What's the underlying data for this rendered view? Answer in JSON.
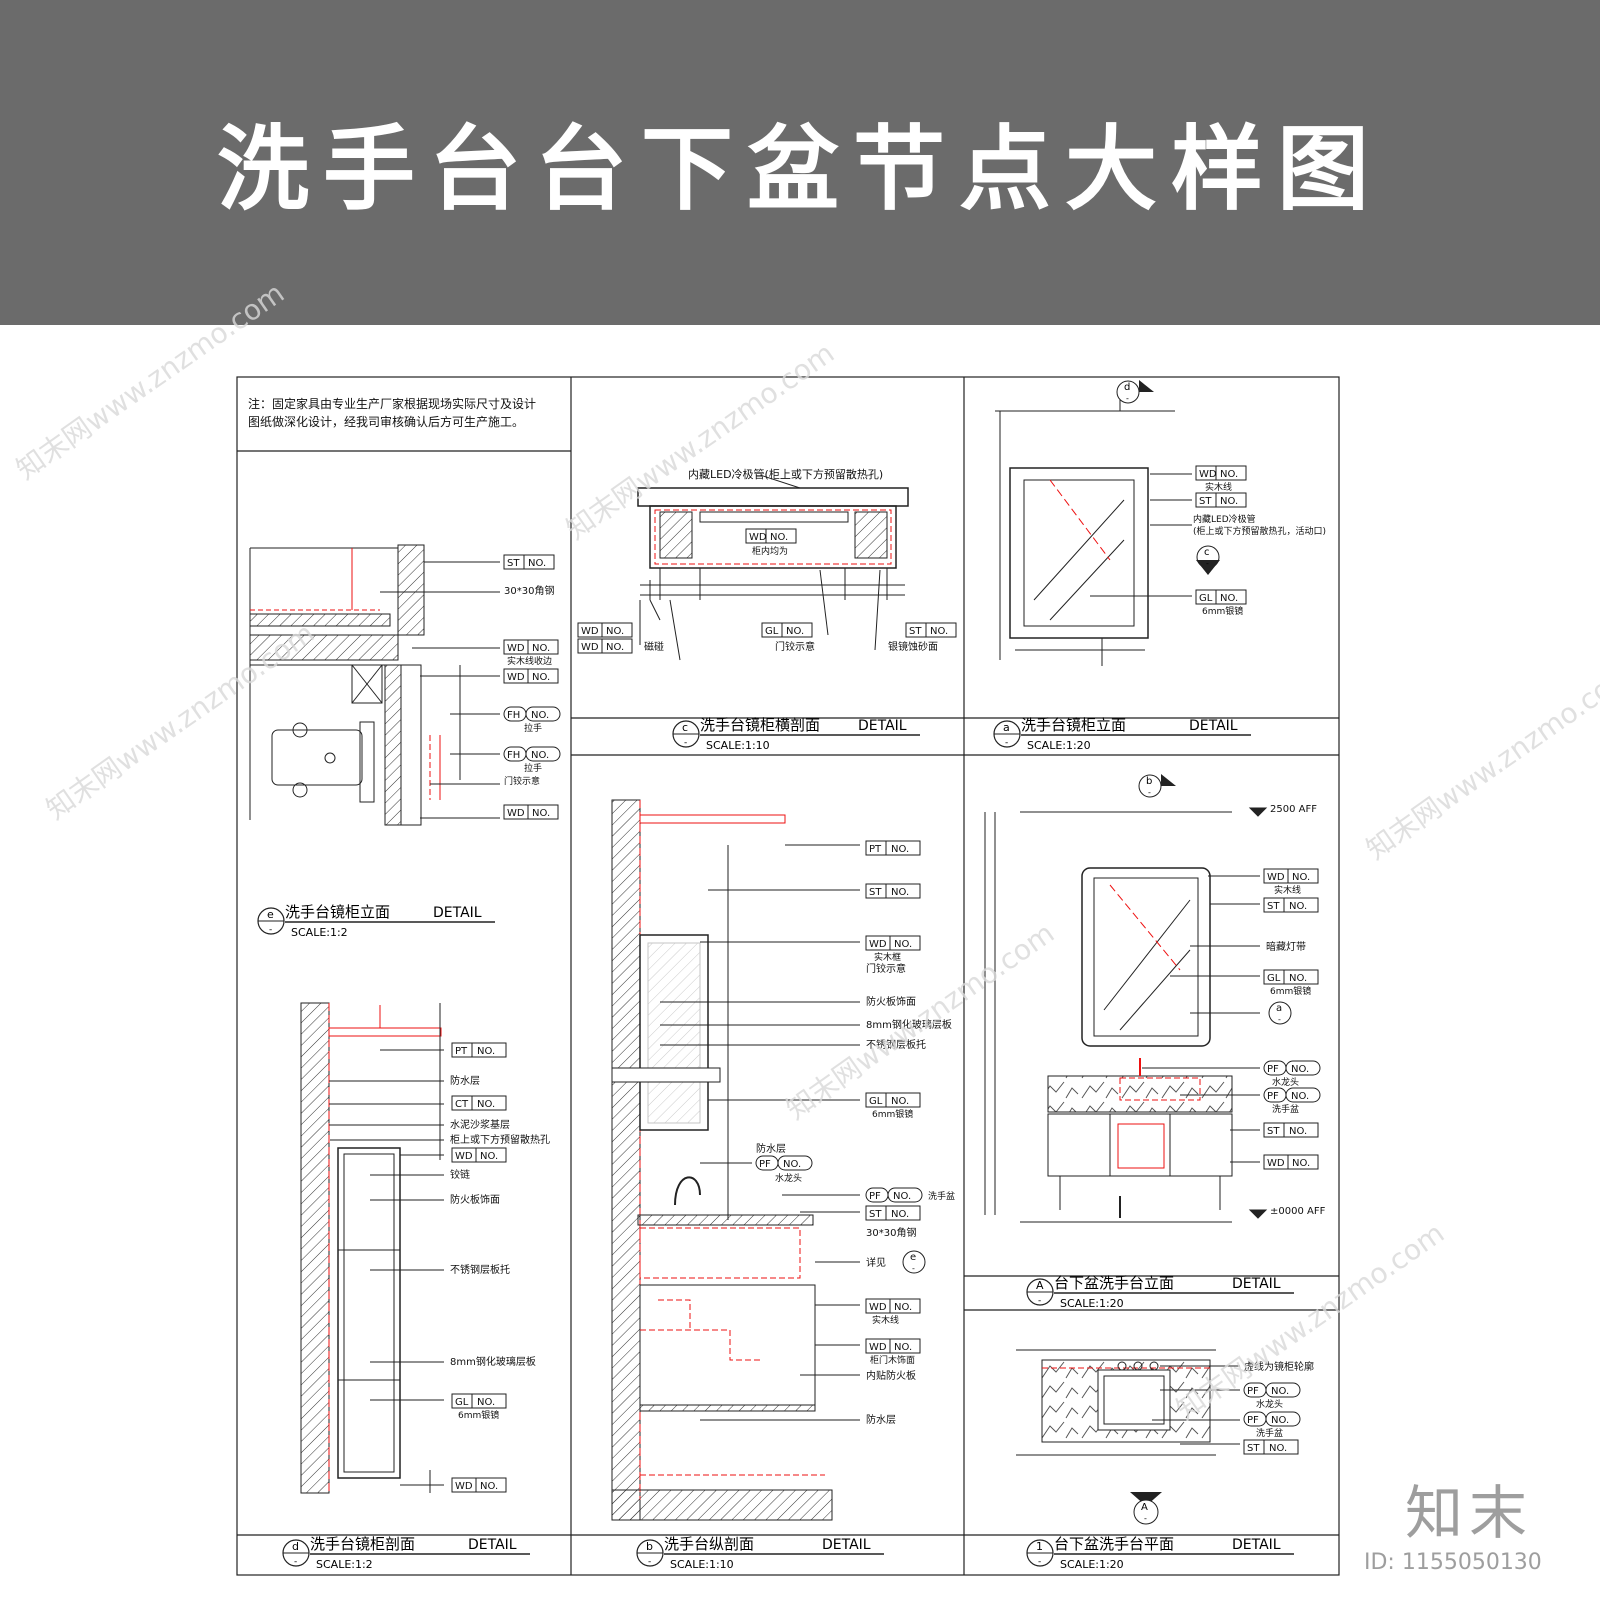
{
  "banner": {
    "title": "洗手台台下盆节点大样图"
  },
  "note": {
    "line1": "注：固定家具由专业生产厂家根据现场实际尺寸及设计",
    "line2": "图纸做深化设计，经我司审核确认后方可生产施工。"
  },
  "views": {
    "c": {
      "id": "c",
      "title": "洗手台镜柜横剖面",
      "detail": "DETAIL",
      "scale": "SCALE:1:10"
    },
    "a": {
      "id": "a",
      "title": "洗手台镜柜立面",
      "detail": "DETAIL",
      "scale": "SCALE:1:20"
    },
    "e": {
      "id": "e",
      "title": "洗手台镜柜立面",
      "detail": "DETAIL",
      "scale": "SCALE:1:2"
    },
    "A": {
      "id": "A",
      "title": "台下盆洗手台立面",
      "detail": "DETAIL",
      "scale": "SCALE:1:20"
    },
    "d": {
      "id": "d",
      "title": "洗手台镜柜剖面",
      "detail": "DETAIL",
      "scale": "SCALE:1:2"
    },
    "b": {
      "id": "b",
      "title": "洗手台纵剖面",
      "detail": "DETAIL",
      "scale": "SCALE:1:10"
    },
    "1": {
      "id": "1",
      "title": "台下盆洗手台平面",
      "detail": "DETAIL",
      "scale": "SCALE:1:20"
    }
  },
  "tags": {
    "no": "NO.",
    "st": "ST",
    "wd": "WD",
    "gl": "GL",
    "fh": "FH",
    "pt": "PT",
    "ct": "CT",
    "pf": "PF"
  },
  "labels": {
    "led_tube": "内藏LED冷极管(柜上或下方预留散热孔)",
    "cabinet_even": "柜内均为",
    "magnet": "磁碰",
    "door_hinge": "门铰示意",
    "mirror_frosted": "银镜蚀砂面",
    "solid_wood_line": "实木线",
    "led_tube_a1": "内藏LED冷极管",
    "led_tube_a2": "(柜上或下方预留散热孔，活动口)",
    "mirror6": "6mm银镜",
    "angle_steel": "30*30角钢",
    "solid_wood_edge": "实木线收边",
    "handle": "拉手",
    "hinge_show": "门铰示意",
    "waterproof": "防水层",
    "cement_base": "水泥沙浆基层",
    "vent_hole": "柜上或下方预留散热孔",
    "hinge": "铰链",
    "fireboard": "防火板饰面",
    "ss_bracket": "不锈钢层板托",
    "glass8": "8mm钢化玻璃层板",
    "solid_frame": "实木框",
    "faucet": "水龙头",
    "basin": "洗手盆",
    "see_detail": "详见",
    "door_veneer": "柜门木饰面",
    "inner_fireboard": "内贴防火板",
    "hidden_light": "暗藏灯带",
    "aff_top": "2500 AFF",
    "aff_zero": "±0000 AFF",
    "dashed_outline": "虚线为镜柜轮廓"
  },
  "markers": {
    "d": "d",
    "c": "c",
    "e": "e",
    "a": "a",
    "b": "b",
    "A": "A",
    "dash": "-"
  },
  "footer": {
    "brand": "知末",
    "id": "ID: 1155050130"
  },
  "watermarks": [
    "知末网www.znzmo.com",
    "知末网www.znzmo.com",
    "知末网www.znzmo.com",
    "知末网www.znzmo.com",
    "知末网www.znzmo.com",
    "知末网www.znzmo.com"
  ]
}
